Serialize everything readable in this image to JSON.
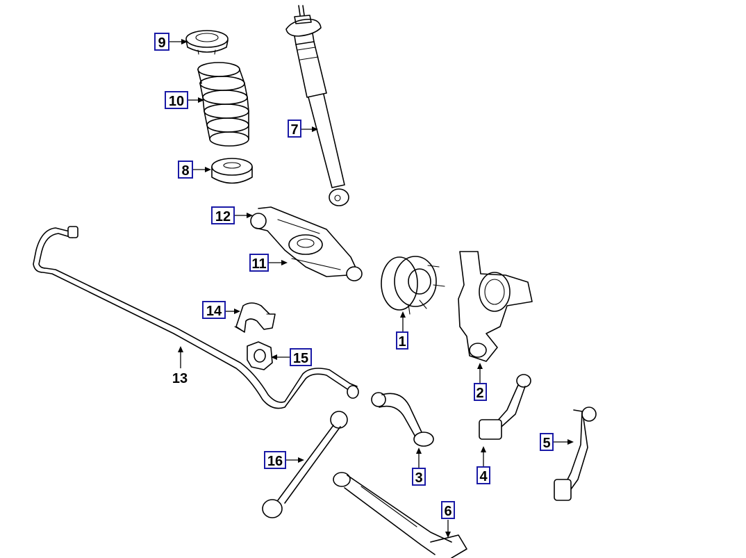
{
  "callouts": {
    "c1": "1",
    "c2": "2",
    "c3": "3",
    "c4": "4",
    "c5": "5",
    "c6": "6",
    "c7": "7",
    "c8": "8",
    "c9": "9",
    "c10": "10",
    "c11": "11",
    "c12": "12",
    "c13": "13",
    "c14": "14",
    "c15": "15",
    "c16": "16"
  },
  "colors": {
    "line": "#000000",
    "callout_border": "#1a1aa6",
    "background": "#ffffff"
  }
}
